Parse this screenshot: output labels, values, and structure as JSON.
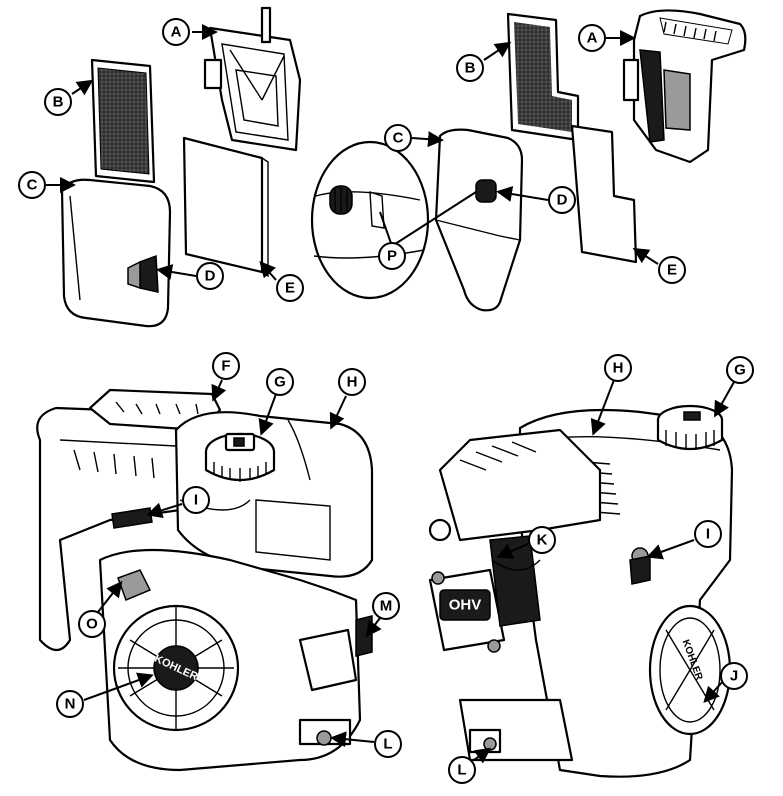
{
  "callout_letters": [
    "A",
    "B",
    "C",
    "D",
    "E",
    "F",
    "G",
    "H",
    "I",
    "J",
    "K",
    "L",
    "M",
    "N",
    "O",
    "P"
  ],
  "engine_labels": {
    "brand_left": "KOHLER",
    "brand_right": "KOHLER",
    "valve_cover": "OHV"
  },
  "colors": {
    "line": "#000000",
    "fill": "#ffffff",
    "dark": "#1a1a1a",
    "mid": "#9a9a9a"
  }
}
